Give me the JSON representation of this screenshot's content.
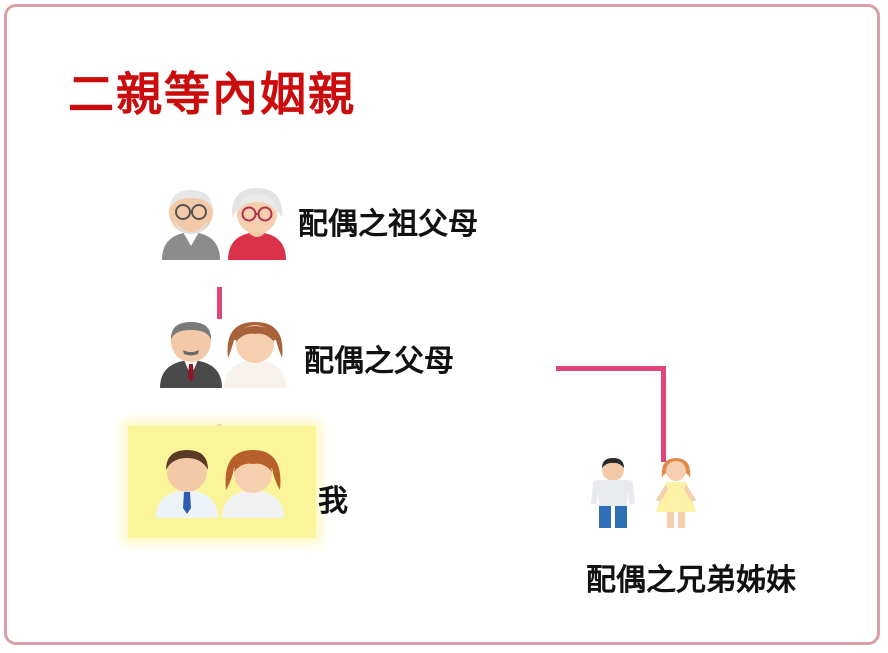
{
  "title": "二親等內姻親",
  "levels": {
    "spouse_grandparents": "配偶之祖父母",
    "spouse_parents": "配偶之父母",
    "self": "我",
    "spouse_siblings": "配偶之兄弟姊妹"
  },
  "colors": {
    "title": "#cc0c0c",
    "connector": "#e0457a",
    "frame": "#d8a0a6",
    "highlight": "#fbf59a"
  },
  "icons": {
    "spouse_grandparents": [
      "grandfather-icon",
      "grandmother-icon"
    ],
    "spouse_parents": [
      "father-icon",
      "mother-icon"
    ],
    "self": [
      "man-icon",
      "woman-icon"
    ],
    "spouse_siblings": [
      "brother-icon",
      "sister-icon"
    ]
  }
}
